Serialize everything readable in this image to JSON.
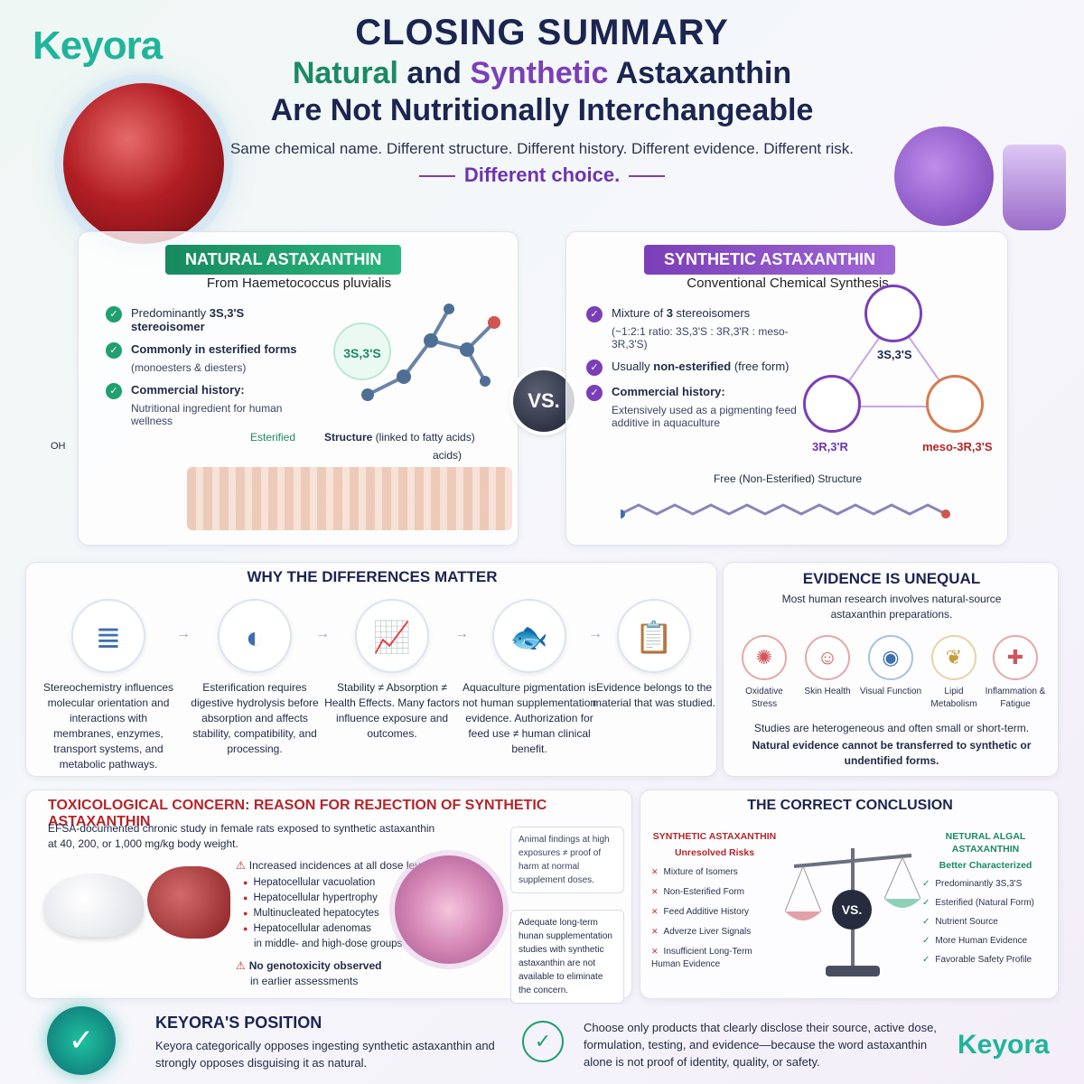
{
  "brand": {
    "logo_text": "Keyora",
    "color": "#1fb59a"
  },
  "header": {
    "title": "CLOSING SUMMARY",
    "line1_natural": "Natural",
    "line1_and": "and",
    "line1_synthetic": "Synthetic",
    "line1_rest": "Astaxanthin",
    "line2": "Are Not Nutritionally Interchangeable",
    "tagline": "Same chemical name. Different structure. Different history. Different evidence. Different risk.",
    "choice": "Different choice."
  },
  "natural": {
    "banner": "NATURAL ASTAXANTHIN",
    "source": "From Haemetococcus pluvialis",
    "items": [
      {
        "pre": "Predominantly ",
        "bold": "3S,3'S stereoisomer",
        "sub": ""
      },
      {
        "pre": "",
        "bold": "Commonly in esterified forms",
        "sub": "(monoesters & diesters)"
      },
      {
        "pre": "",
        "bold": "Commercial history:",
        "sub": "Nutritional ingredient for human wellness"
      }
    ],
    "stereo_tag": "3S,3'S",
    "esterified": "Esterified",
    "structure_bold": "Structure",
    "structure_rest": " (linked to fatty acids)",
    "acids_label": "acids)",
    "oh_label": "OH"
  },
  "vs": "VS.",
  "synthetic": {
    "banner": "SYNTHETIC ASTAXANTHIN",
    "source": "Conventional Chemical Synthesis",
    "items": [
      {
        "pre": "Mixture of ",
        "bold": "3",
        "post": " stereoisomers",
        "sub": "(~1:2:1 ratio: 3S,3'S : 3R,3'R : meso-3R,3'S)"
      },
      {
        "pre": "Usually ",
        "bold": "non-esterified",
        "post": " (free form)",
        "sub": ""
      },
      {
        "pre": "",
        "bold": "Commercial history:",
        "post": "",
        "sub": "Extensively used as a pigmenting feed additive in aquaculture"
      }
    ],
    "isomers": [
      "3S,3'S",
      "3R,3'R",
      "meso-3R,3'S"
    ],
    "free_structure": "Free (Non-Esterified) Structure"
  },
  "why": {
    "title": "WHY THE DIFFERENCES MATTER",
    "steps": [
      {
        "icon": "membrane-icon",
        "glyph": "≣",
        "text": "Stereochemistry influences molecular orientation and interactions with membranes, enzymes, transport systems, and metabolic pathways."
      },
      {
        "icon": "stomach-icon",
        "glyph": "◐",
        "text": "Esterification requires digestive hydrolysis before absorption and affects stability, compatibility, and processing."
      },
      {
        "icon": "chart-icon",
        "glyph": "📈",
        "text": "Stability ≠ Absorption ≠ Health Effects. Many factors influence exposure and outcomes."
      },
      {
        "icon": "fish-icon",
        "glyph": "🐟",
        "text": "Aquaculture pigmentation is not human supplementation evidence. Authorization for feed use ≠ human clinical benefit."
      },
      {
        "icon": "clipboard-icon",
        "glyph": "📋",
        "text": "Evidence belongs to the material that was studied."
      }
    ]
  },
  "evidence": {
    "title": "EVIDENCE IS UNEQUAL",
    "subtitle": "Most human research involves natural-source astaxanthin preparations.",
    "areas": [
      {
        "icon": "oxidative-icon",
        "glyph": "✺",
        "label": "Oxidative Stress",
        "color": "#d2545a"
      },
      {
        "icon": "skin-icon",
        "glyph": "☺",
        "label": "Skin Health",
        "color": "#d2545a"
      },
      {
        "icon": "eye-icon",
        "glyph": "◉",
        "label": "Visual Function",
        "color": "#3d6fb0"
      },
      {
        "icon": "lipid-icon",
        "glyph": "❦",
        "label": "Lipid Metabolism",
        "color": "#c79b3a"
      },
      {
        "icon": "inflammation-icon",
        "glyph": "✚",
        "label": "Inflammation & Fatigue",
        "color": "#d2545a"
      }
    ],
    "foot1": "Studies are heterogeneous and often small or short-term.",
    "foot2": "Natural evidence cannot be transferred to synthetic or undentified forms."
  },
  "tox": {
    "title": "TOXICOLOGICAL CONCERN: REASON FOR REJECTION OF SYNTHETIC ASTAXANTHIN",
    "intro": "EFSA-documented chronic study in female rats exposed to synthetic astaxanthin at 40, 200, or 1,000 mg/kg body weight.",
    "list_head": "Increased incidences at all dose levels:",
    "findings": [
      "Hepatocellular vacuolation",
      "Hepatocellular hypertrophy",
      "Multinucleated hepatocytes",
      "Hepatocellular adenomas"
    ],
    "findings_note": "in middle- and high-dose groups",
    "geno_head": "No genotoxicity observed",
    "geno_sub": "in earlier assessments",
    "note1": "Animal findings at high exposures ≠ proof of harm at normal supplement doses.",
    "note2": "Adequate long-term hunan supplementation studies with synthetic astaxanthin are not available to eliminate the concern."
  },
  "conclusion": {
    "title": "THE CORRECT CONCLUSION",
    "left_head": "SYNTHETIC ASTAXANTHIN",
    "left_sub": "Unresolved Risks",
    "left_items": [
      "Mixture of Isomers",
      "Non-Esterified Form",
      "Feed Additive History",
      "Adverze Liver Signals",
      "Insufficient Long-Term Human Evidence"
    ],
    "right_head": "NETURAL ALGAL ASTAXANTHIN",
    "right_sub": "Better Characterized",
    "right_items": [
      "Predominantly 3S,3'S",
      "Esterified (Natural Form)",
      "Nutrient Source",
      "More Human Evidence",
      "Favorable Safety Profile"
    ],
    "vs": "VS."
  },
  "position": {
    "title": "KEYORA'S POSITION",
    "text": "Keyora categorically opposes ingesting synthetic astaxanthin and strongly opposes disguising it as natural.",
    "text2": "Choose only products that clearly disclose their source, active dose, formulation, testing, and evidence—because the word astaxanthin alone is not proof of identity, quality, or safety."
  }
}
